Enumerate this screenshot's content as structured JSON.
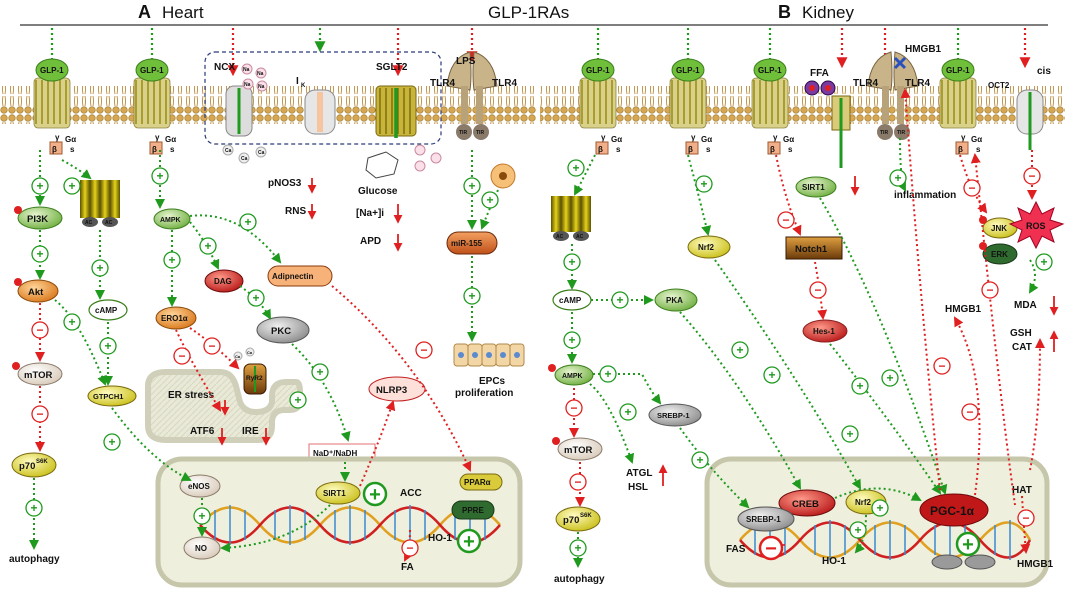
{
  "header": {
    "panel_a_letter": "A",
    "panel_a_title": "Heart",
    "center_title": "GLP-1RAs",
    "panel_b_letter": "B",
    "panel_b_title": "Kidney"
  },
  "receptors": {
    "glp1": "GLP-1",
    "tlr4": "TLR4",
    "tir": "TIR",
    "gamma": "γ",
    "beta": "β",
    "galpha": "Gα",
    "s": "s",
    "ac": "AC"
  },
  "heart": {
    "channels": {
      "ncx": "NCX",
      "ik": "I",
      "ik_sub": "K",
      "sglt2": "SGLT2",
      "na": "Na",
      "ca": "Ca"
    },
    "lps": "LPS",
    "pnos3": "pNOS3",
    "rns": "RNS",
    "glucose": "Glucose",
    "na_i": "[Na+]i",
    "apd": "APD",
    "pi3k": "PI3K",
    "akt": "Akt",
    "mtor": "mTOR",
    "p70": "p70",
    "p70_sup": "S6K",
    "autophagy": "autophagy",
    "camp": "cAMP",
    "gtpch1": "GTPCH1",
    "ampk": "AMPK",
    "ero1a": "ERO1α",
    "dag": "DAG",
    "adiponectin": "Adipnectin",
    "pkc": "PKC",
    "ryr2": "RyR2",
    "er_stress": "ER stress",
    "atf6": "ATF6",
    "ire": "IRE",
    "nad": "NaD⁺/NaDH",
    "nlrp3": "NLRP3",
    "mir155": "miR-155",
    "epcs": "EPCs",
    "proliferation": "proliferation",
    "enos": "eNOS",
    "no": "NO",
    "sirt1": "SIRT1",
    "acc": "ACC",
    "ppara": "PPARα",
    "ppre": "PPRE",
    "ho1": "HO-1",
    "fa": "FA"
  },
  "kidney": {
    "ffa": "FFA",
    "hmgb1": "HMGB1",
    "oct2": "OCT2",
    "cis": "cis",
    "sirt1": "SIRT1",
    "inflammation": "inflammation",
    "notch1": "Notch1",
    "hes1": "Hes-1",
    "nrf2": "Nrf2",
    "camp": "cAMP",
    "pka": "PKA",
    "ampk": "AMPK",
    "srebp1": "SREBP-1",
    "mtor": "mTOR",
    "p70": "p70",
    "p70_sup": "S6K",
    "autophagy": "autophagy",
    "atgl": "ATGL",
    "hsl": "HSL",
    "jnk": "JNK",
    "erk": "ERK",
    "ros": "ROS",
    "mda": "MDA",
    "gsh": "GSH",
    "cat": "CAT",
    "creb": "CREB",
    "pgc1a": "PGC-1α",
    "hat": "HAT",
    "fas": "FAS",
    "ho1": "HO-1"
  },
  "symbols": {
    "plus": "+",
    "minus": "−",
    "p": "p"
  },
  "colors": {
    "activation": "#1f9a1f",
    "inhibition": "#e02020",
    "membrane": "#c89a40",
    "nucleus_fill": "#efefdd",
    "receptor_green": "#5cb53a"
  }
}
